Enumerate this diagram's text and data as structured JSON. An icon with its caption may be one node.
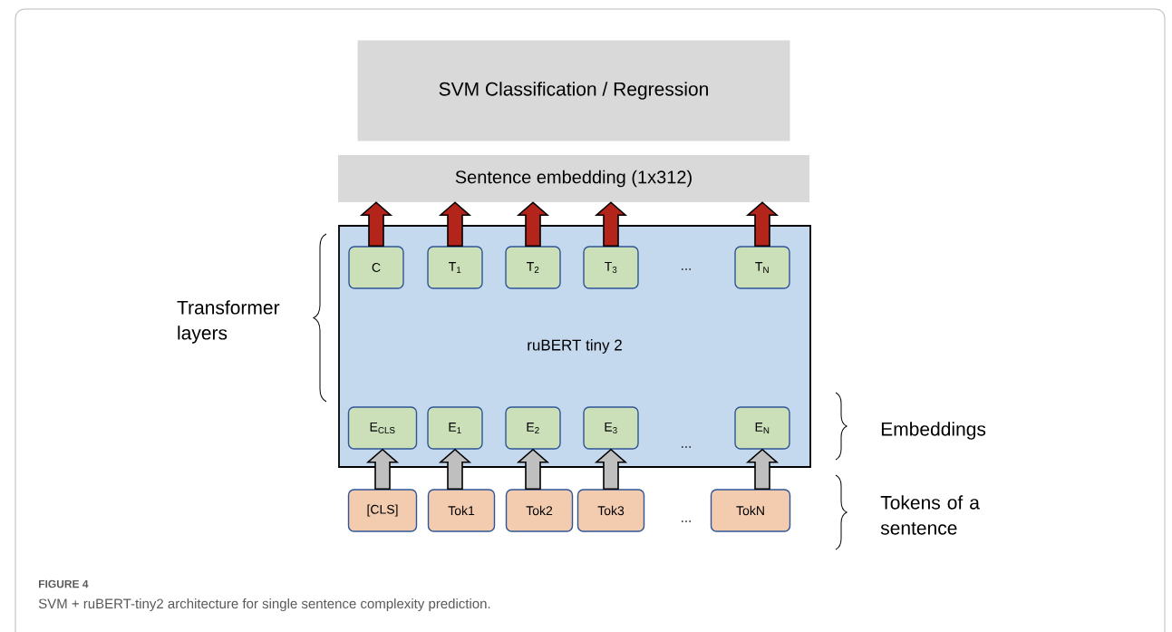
{
  "diagram": {
    "title": "FIGURE 4",
    "caption": "SVM + ruBERT-tiny2 architecture for single sentence complexity prediction.",
    "nodes": [
      {
        "text": [
          "SVM Classification / Regression"
        ]
      },
      {
        "text": [
          "Sentence embedding (1x312)"
        ]
      },
      {
        "text": [
          "ruBERT tiny 2"
        ]
      },
      {
        "text": [
          "C"
        ],
        "in": 2
      },
      {
        "text": [
          "T$_{1}$"
        ],
        "in": 2
      },
      {
        "text": [
          "T$_{2}$"
        ],
        "in": 2
      },
      {
        "text": [
          "T$_{3}$"
        ],
        "in": 2
      },
      {
        "text": [
          "T$_{N}$"
        ],
        "in": 2
      },
      {
        "text": [
          "E$_{CLS}$"
        ],
        "in": 2
      },
      {
        "text": [
          "E$_{1}$"
        ],
        "in": 2
      },
      {
        "text": [
          "E$_{2}$"
        ],
        "in": 2
      },
      {
        "text": [
          "E$_{3}$"
        ],
        "in": 2
      },
      {
        "text": [
          "E$_{N}$"
        ],
        "in": 2
      },
      {
        "text": [
          "[CLS]"
        ]
      },
      {
        "text": [
          "Tok1"
        ]
      },
      {
        "text": [
          "Tok2"
        ]
      },
      {
        "text": [
          "Tok3"
        ]
      },
      {
        "text": [
          "TokN"
        ]
      }
    ],
    "edges": [
      {
        "from": 3,
        "to": 1,
        "arrow": "to",
        "color": "#b3241a"
      },
      {
        "from": 4,
        "to": 1,
        "arrow": "to",
        "color": "#b3241a"
      },
      {
        "from": 5,
        "to": 1,
        "arrow": "to",
        "color": "#b3241a"
      },
      {
        "from": 6,
        "to": 1,
        "arrow": "to",
        "color": "#b3241a"
      },
      {
        "from": 7,
        "to": 1,
        "arrow": "to",
        "color": "#b3241a"
      },
      {
        "from": 13,
        "to": 8,
        "arrow": "to"
      },
      {
        "from": 14,
        "to": 9,
        "arrow": "to"
      },
      {
        "from": 15,
        "to": 10,
        "arrow": "to"
      },
      {
        "from": 16,
        "to": 11,
        "arrow": "to"
      },
      {
        "from": 17,
        "to": 12,
        "arrow": "to"
      }
    ],
    "labels": [
      "...",
      "Transformer layers",
      "...",
      "Embeddings",
      "...",
      "Tokens of a sentence"
    ]
  }
}
